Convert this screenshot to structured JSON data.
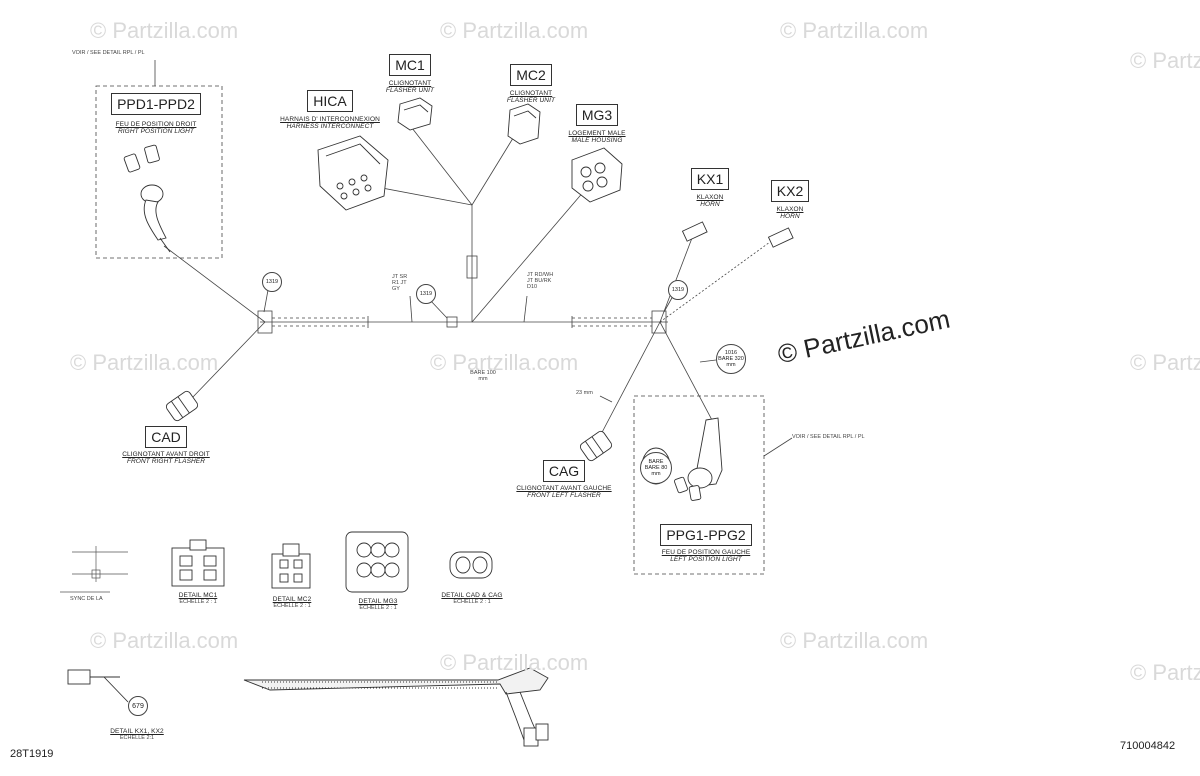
{
  "watermark": "© Partzilla.com",
  "drawing_number": "28T1919",
  "reference_number": "710004842",
  "notes": {
    "see_detail_top": "VOIR / SEE DETAIL RPL / PL",
    "see_detail_right": "VOIR / SEE DETAIL RPL / PL",
    "tag_1319_left": "1319",
    "tag_1319_right": "1319",
    "tag_1319_mid": "1319",
    "tag_1016": "1016 BARE 320 mm",
    "tag_679": "679",
    "splice_left": "JT SR R1 JT GY",
    "splice_right": "JT RD/WH JT BU/RK D10",
    "bare_100": "BARE 100 mm",
    "dim_23": "23 mm",
    "bare_80": "BARE BARE 80 mm",
    "schematic_legend": "SYNC DE LA"
  },
  "connectors": [
    {
      "code": "PPD1-PPD2",
      "line1": "FEU DE POSITION DROIT",
      "line2": "RIGHT POSITION LIGHT"
    },
    {
      "code": "HICA",
      "line1": "HARNAIS D' INTERCONNEXION",
      "line2": "HARNESS INTERCONNECT"
    },
    {
      "code": "MC1",
      "line1": "CLIGNOTANT",
      "line2": "FLASHER UNIT"
    },
    {
      "code": "MC2",
      "line1": "CLIGNOTANT",
      "line2": "FLASHER UNIT"
    },
    {
      "code": "MG3",
      "line1": "LOGEMENT MALE",
      "line2": "MALE HOUSING"
    },
    {
      "code": "KX1",
      "line1": "KLAXON",
      "line2": "HORN"
    },
    {
      "code": "KX2",
      "line1": "KLAXON",
      "line2": "HORN"
    },
    {
      "code": "CAD",
      "line1": "CLIGNOTANT AVANT DROIT",
      "line2": "FRONT RIGHT FLASHER"
    },
    {
      "code": "CAG",
      "line1": "CLIGNOTANT AVANT GAUCHE",
      "line2": "FRONT LEFT FLASHER"
    },
    {
      "code": "PPG1-PPG2",
      "line1": "FEU DE POSITION GAUCHE",
      "line2": "LEFT POSITION LIGHT"
    }
  ],
  "details": [
    {
      "title": "DETAIL MC1",
      "scale": "ECHELLE 2 : 1"
    },
    {
      "title": "DETAIL MC2",
      "scale": "ECHELLE 2 : 1"
    },
    {
      "title": "DETAIL MG3",
      "scale": "ECHELLE 2 : 1"
    },
    {
      "title": "DETAIL CAD & CAG",
      "scale": "ECHELLE 2 : 1"
    },
    {
      "title": "DETAIL KX1, KX2",
      "scale": "ECHELLE 2:1"
    }
  ]
}
